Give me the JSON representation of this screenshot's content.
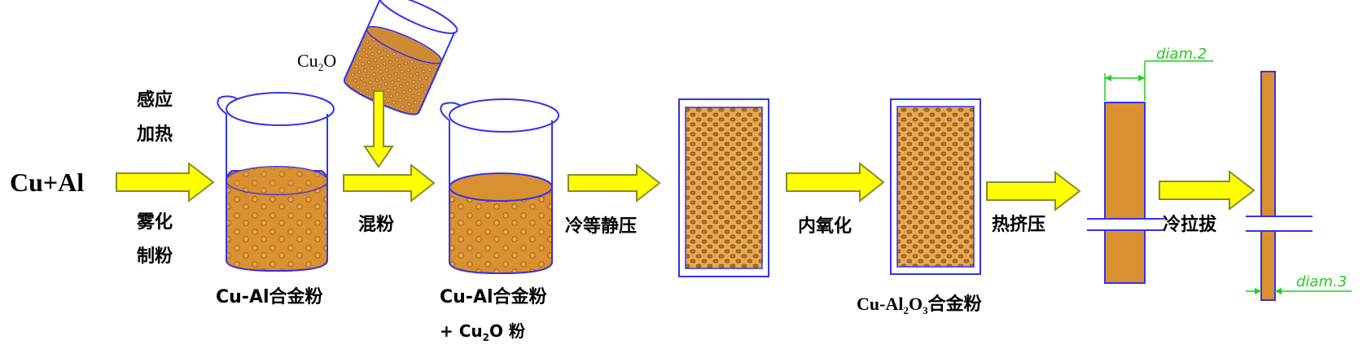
{
  "input_label": "Cu+Al",
  "step1": {
    "top_line1": "感应",
    "top_line2": "加热",
    "bottom_line1": "雾化",
    "bottom_line2": "制粉"
  },
  "beaker1_caption": "Cu-Al合金粉",
  "additive": {
    "prefix": "Cu",
    "sub": "2",
    "suffix": "O"
  },
  "step2": "混粉",
  "beaker2_caption_line1": "Cu-Al合金粉",
  "beaker2_caption_line2": {
    "prefix": "+ Cu",
    "sub": "2",
    "suffix": "O 粉"
  },
  "step3": "冷等静压",
  "step4": "内氧化",
  "block2_caption": {
    "p1": "Cu-Al",
    "s1": "2",
    "p2": "O",
    "s2": "3",
    "p3": "合金粉"
  },
  "step5": "热挤压",
  "step6": "冷拉拔",
  "dim_label_1": "diam.2",
  "dim_label_2": "diam.3",
  "colors": {
    "powder": "#d9902f",
    "powder_dark": "#9a5a1c",
    "outline": "#3333ee",
    "arrow_fill": "#ffff00",
    "arrow_stroke": "#8a8a30",
    "dimension": "#22cc22"
  }
}
